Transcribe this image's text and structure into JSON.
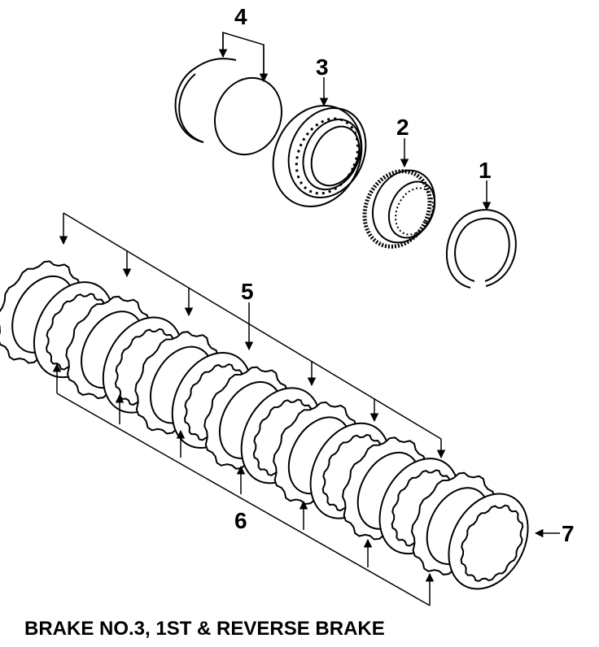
{
  "callouts": {
    "c1": "1",
    "c2": "2",
    "c3": "3",
    "c4": "4",
    "c5": "5",
    "c6": "6",
    "c7": "7"
  },
  "caption": "BRAKE NO.3, 1ST & REVERSE BRAKE",
  "colors": {
    "ink": "#000000",
    "paper": "#ffffff"
  }
}
